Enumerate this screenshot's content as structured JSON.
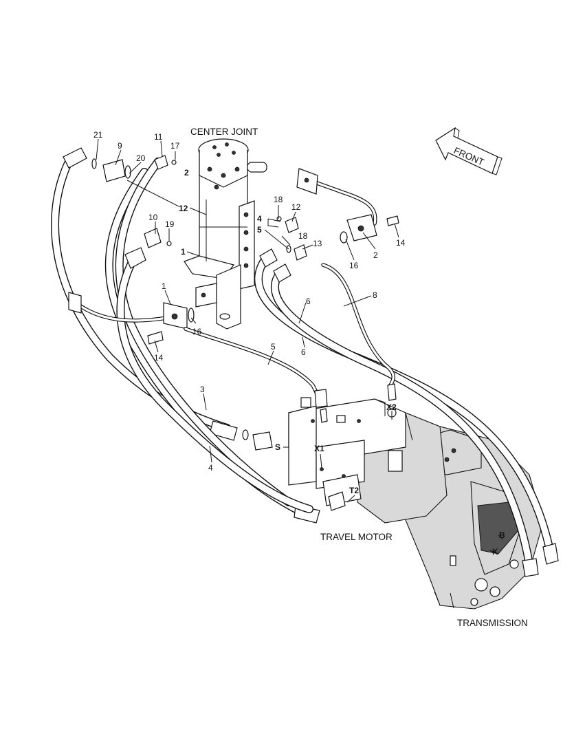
{
  "titles": {
    "center_joint": "CENTER JOINT",
    "travel_motor": "TRAVEL MOTOR",
    "transmission": "TRANSMISSION",
    "front": "FRONT"
  },
  "callouts": {
    "c21": "21",
    "c9": "9",
    "c20": "20",
    "c11": "11",
    "c17": "17",
    "c2_top": "2",
    "c12_mid": "12",
    "c18_a": "18",
    "c12_right": "12",
    "c4_top": "4",
    "c5_top": "5",
    "c18_b": "18",
    "c13": "13",
    "c10": "10",
    "c19": "19",
    "c1_mid": "1",
    "c1_flange": "1",
    "c16_left": "16",
    "c14_left": "14",
    "c14_right": "14",
    "c16_right": "16",
    "c2_right": "2",
    "c8": "8",
    "c6_a": "6",
    "c6_b": "6",
    "c5_hose": "5",
    "c3": "3",
    "c4_hose": "4"
  },
  "ports": {
    "s": "S",
    "x1": "X1",
    "x2": "X2",
    "t2": "T2",
    "b": "B",
    "k": "K"
  }
}
